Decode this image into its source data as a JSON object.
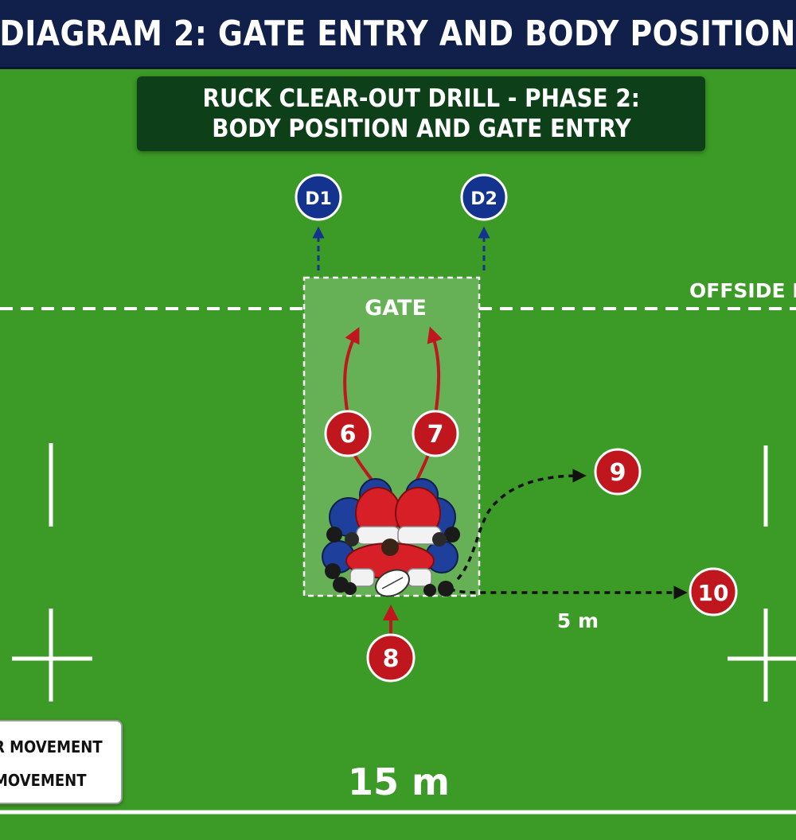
{
  "header": {
    "title": "DIAGRAM 2: GATE ENTRY AND BODY POSITION"
  },
  "subtitle": {
    "line1": "RUCK CLEAR-OUT DRILL - PHASE 2:",
    "line2": "BODY POSITION AND GATE ENTRY"
  },
  "labels": {
    "gate": "GATE",
    "offside": "OFFSIDE L",
    "distance_5m": "5 m",
    "distance_15m": "15 m"
  },
  "defenders": [
    {
      "id": "D1"
    },
    {
      "id": "D2"
    }
  ],
  "attackers": [
    {
      "id": "6"
    },
    {
      "id": "7"
    },
    {
      "id": "8"
    },
    {
      "id": "9"
    },
    {
      "id": "10"
    }
  ],
  "legend": {
    "item1": "R MOVEMENT",
    "item2": "MOVEMENT"
  },
  "colors": {
    "pitch": "#3c9a26",
    "header_bg": "#10204a",
    "subtitle_bg": "#0d3f18",
    "attacker_red": "#c0161d",
    "defender_blue": "#13338f",
    "line_white": "#ffffff"
  }
}
